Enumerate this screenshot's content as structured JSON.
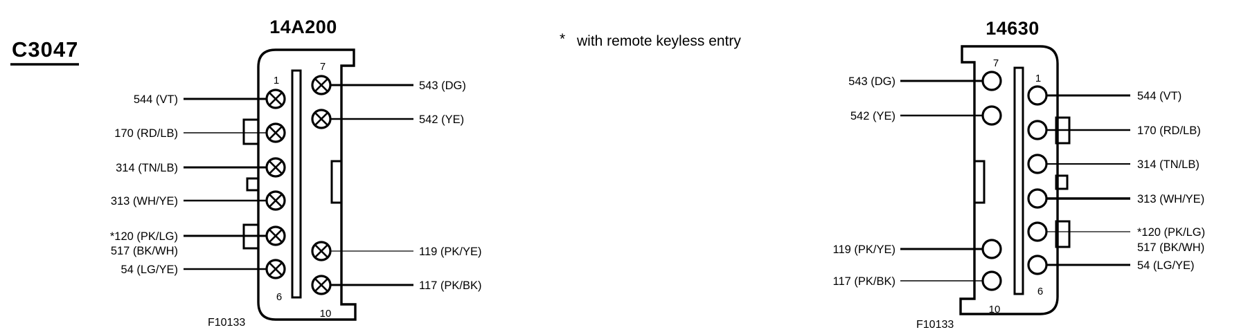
{
  "figure": {
    "connector_id": "C3047",
    "footnote": {
      "marker": "*",
      "text": "with remote keyless entry"
    },
    "ink_color": "#000000",
    "paper_color": "#ffffff"
  },
  "left_connector": {
    "title": "14A200",
    "figure_number": "F10133",
    "pin_style": "crossed-circle",
    "pin_numbers": {
      "left_top": "1",
      "left_bottom": "6",
      "right_top": "7",
      "right_bottom": "10"
    },
    "left_wire_labels": [
      "544 (VT)",
      "170 (RD/LB)",
      "314 (TN/LB)",
      "313 (WH/YE)",
      "*120 (PK/LG)",
      "517 (BK/WH)",
      "54 (LG/YE)"
    ],
    "right_wire_labels": [
      "543 (DG)",
      "542 (YE)",
      "119 (PK/YE)",
      "117 (PK/BK)"
    ]
  },
  "right_connector": {
    "title": "14630",
    "figure_number": "F10133",
    "pin_style": "open-circle",
    "pin_numbers": {
      "left_top": "7",
      "left_bottom": "10",
      "right_top": "1",
      "right_bottom": "6"
    },
    "left_wire_labels": [
      "543 (DG)",
      "542 (YE)",
      "119 (PK/YE)",
      "117 (PK/BK)"
    ],
    "right_wire_labels": [
      "544 (VT)",
      "170 (RD/LB)",
      "314 (TN/LB)",
      "313 (WH/YE)",
      "*120 (PK/LG)",
      "517 (BK/WH)",
      "54 (LG/YE)"
    ]
  }
}
